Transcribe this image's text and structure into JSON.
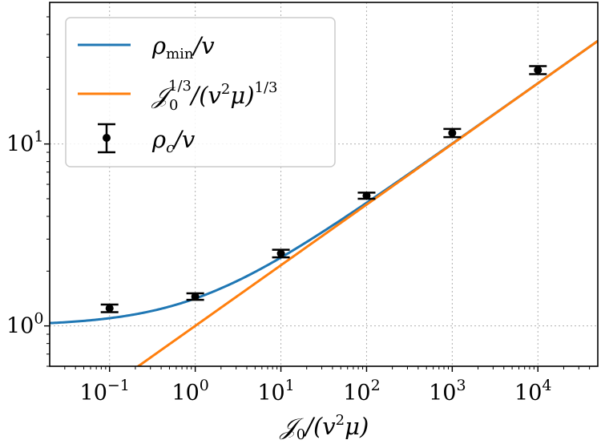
{
  "chart_data": {
    "type": "line",
    "xscale": "log",
    "yscale": "log",
    "xlim": [
      0.02,
      50000
    ],
    "ylim": [
      0.6,
      60
    ],
    "grid": true,
    "legend_placement": "top-left",
    "xlabel": "𝒥0/(v2μ)",
    "ylabel": "",
    "x_ticks": [
      {
        "value": 0.1,
        "base": "10",
        "exp": "−1"
      },
      {
        "value": 1,
        "base": "10",
        "exp": "0"
      },
      {
        "value": 10,
        "base": "10",
        "exp": "1"
      },
      {
        "value": 100,
        "base": "10",
        "exp": "2"
      },
      {
        "value": 1000,
        "base": "10",
        "exp": "3"
      },
      {
        "value": 10000,
        "base": "10",
        "exp": "4"
      }
    ],
    "y_ticks": [
      {
        "value": 1,
        "base": "10",
        "exp": "0"
      },
      {
        "value": 10,
        "base": "10",
        "exp": "1"
      }
    ],
    "series": [
      {
        "name": "ρmin/v",
        "kind": "line",
        "color": "#1f77b4",
        "formula": "y = (1 + x^(2/3))^(1/2)"
      },
      {
        "name": "𝒥0^(1/3)/(v2μ)^(1/3)",
        "kind": "line",
        "color": "#ff7f0e",
        "formula": "y = x^(1/3)"
      },
      {
        "name": "ρc/v",
        "kind": "errorbar",
        "color": "#000000",
        "x": [
          0.1,
          1,
          10,
          100,
          1000,
          10000
        ],
        "y": [
          1.25,
          1.45,
          2.5,
          5.2,
          11.5,
          25.5
        ],
        "yerr_low": [
          0.06,
          0.06,
          0.12,
          0.2,
          0.6,
          1.3
        ],
        "yerr_high": [
          0.06,
          0.06,
          0.12,
          0.2,
          0.6,
          1.3
        ]
      }
    ]
  },
  "legend": {
    "item1": {
      "main": "ρ",
      "sub": "min",
      "tail": "/v"
    },
    "item2": {
      "main": "𝒥",
      "sub": "0",
      "sup": "1/3",
      "mid": "/(v",
      "sup2": "2",
      "mid2": "μ)",
      "sup3": "1/3"
    },
    "item3": {
      "main": "ρ",
      "sub": "c",
      "tail": "/v"
    }
  },
  "xlabel_parts": {
    "main": "𝒥",
    "sub": "0",
    "mid": "/(v",
    "sup": "2",
    "tail": "μ)"
  }
}
